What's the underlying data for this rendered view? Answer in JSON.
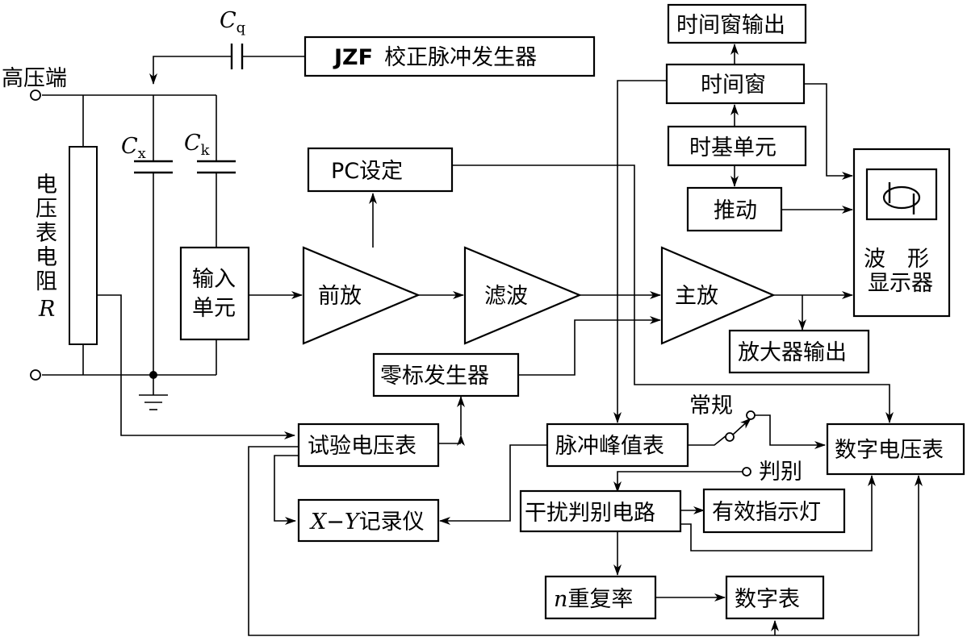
{
  "labels": {
    "high_voltage_terminal": "高压端",
    "cq_symbol": "C",
    "cq_sub": "q",
    "cx_symbol": "C",
    "cx_sub": "x",
    "ck_symbol": "C",
    "ck_sub": "k",
    "resistor_label_lines": [
      "电",
      "压",
      "表",
      "电",
      "阻"
    ],
    "resistor_symbol": "R",
    "calibration_generator_prefix": "JZF",
    "calibration_generator_suffix": "校正脉冲发生器",
    "input_unit_line1": "输入",
    "input_unit_line2": "单元",
    "preamp": "前放",
    "pc_setting": "PC设定",
    "filter": "滤波",
    "main_amp": "主放",
    "amp_output": "放大器输出",
    "zero_marker_generator": "零标发生器",
    "time_window_output": "时间窗输出",
    "time_window": "时间窗",
    "timebase_unit": "时基单元",
    "drive": "推动",
    "waveform_display_line1": "波　形",
    "waveform_display_line2": "显示器",
    "test_voltmeter": "试验电压表",
    "xy_recorder_x": "X",
    "xy_recorder_dash": "−",
    "xy_recorder_y": "Y",
    "xy_recorder_suffix": "记录仪",
    "pulse_peak_meter": "脉冲峰值表",
    "normal": "常规",
    "discrimination": "判别",
    "digital_voltmeter": "数字电压表",
    "interference_circuit": "干扰判别电路",
    "valid_indicator": "有效指示灯",
    "n_symbol": "n",
    "repetition_rate": "重复率",
    "digital_meter": "数字表"
  }
}
